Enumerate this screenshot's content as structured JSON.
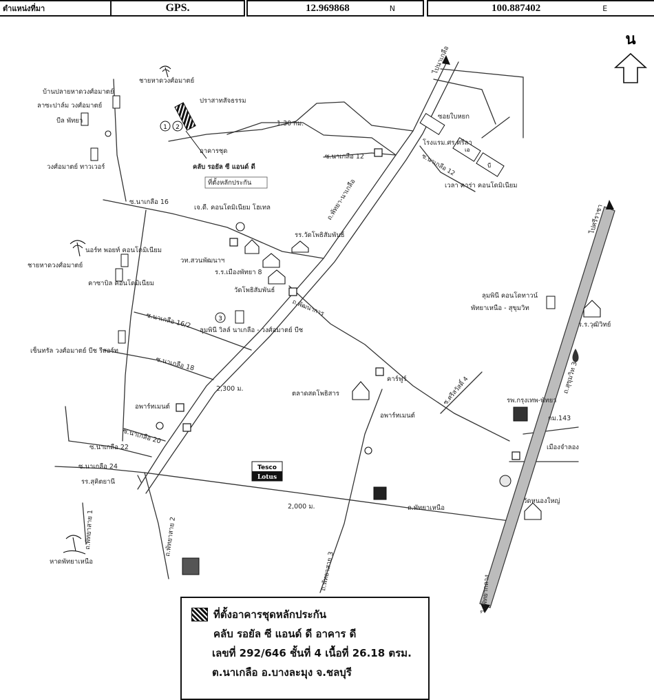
{
  "gps": {
    "label": "ตำแหน่งที่มา",
    "type": "GPS.",
    "latitude": "12.969868",
    "lat_dir": "N",
    "longitude": "100.887402",
    "lon_dir": "E"
  },
  "north_label": "น",
  "map": {
    "roads": {
      "phatthaya_naklua": "ถ.พัทยา-นาเกลือ",
      "sukhumvit": "ถ.สุขุมวิท 3",
      "phatthaya_nua": "ถ.พัทยาเหนือ",
      "phatthaya_sai3": "ถ.พัทยาสาย 3",
      "phatthaya_sai2": "ถ.พัทยาสาย 2",
      "phatthaya_sai1": "ถ.พัทยาสาย 1",
      "soi_naklua12_a": "ซ.นาเกลือ 12",
      "soi_naklua12_b": "ซ.นาเกลือ 12",
      "soi_naklua16": "ซ.นาเกลือ 16",
      "soi_naklua16_2": "ซ.นาเกลือ 16/2",
      "soi_naklua18": "ซ.นาเกลือ 18",
      "soi_naklua20": "ซ.นาเกลือ 20",
      "soi_naklua22": "ซ.นาเกลือ 22",
      "soi_naklua24": "ซ.นาเกลือ 24",
      "soi_sukhumvit4": "ซ.ศรีสวัสดิ์ 4",
      "soi_phatthanakan": "ถ.พัฒนาการ"
    },
    "directions": {
      "to_naklua": "ไปนาเกลือ",
      "to_sriracha": "ไปศรีราชา",
      "to_phatthaya_klang": "ไปพัทยากลาง"
    },
    "distances": {
      "d1": "1.30 กม.",
      "d2": "2,300 ม.",
      "d3": "2,000 ม."
    },
    "places": {
      "beach_wongamat": "ชายหาดวงศ์อมาตย์",
      "beach_naklua": "หาดพัทยาเหนือ",
      "sanctuary": "ปราสาทสัจธรรม",
      "baan_plai_haad": "บ้านปลายหาดวงศ์อมาตย์",
      "lazy_palm": "ลาซะปาล์ม วงศ์อมาตย์",
      "bill_pattaya": "บีล พัทยา",
      "wongamat_tower": "วงศ์อมาตย์ ทาวเวอร์",
      "club_royal_building": "อาคารชุด",
      "club_royal_name": "คลับ รอยัล ซี แอนด์ ดี",
      "collateral_site": "ที่ตั้งหลักประกัน",
      "td_condo": "เจ.ดี. คอนโดมิเนียม โฮเทล",
      "northshore": "นอร์ท พอยท์ คอนโดมิเนียม",
      "beach_wongamat2": "ชายหาดวงศ์อมาตย์",
      "karnbill": "คาซาบิล คอนโดมิเนียม",
      "school_sak": "รร.วัดโพธิสัมพันธ์",
      "wat_sawang": "วท.สวนพัฒนาฯ",
      "school_mueang": "ร.ร.เมืองพัทยา 8",
      "wat_phothisamphan": "วัดโพธิสัมพันธ์",
      "sukhumvit_vc": "ลุมพินี วิลล์ นาเกลือ - วงศ์อมาตย์ บีช",
      "central_wongamat": "เซ็นทรัล วงศ์อมาตย์ บีช รีสอร์ท",
      "apartment1": "อพาร์ทเมนต์",
      "apartment2": "อพาร์ทเมนต์",
      "market": "ตลาดสดโพธิสาร",
      "carrefour": "คาร์ฟูร์",
      "lumpini_condo": "ลุมพินี คอนโดทาวน์",
      "lumpini_condo2": "พัทยาเหนือ - สุขุมวิท",
      "school_right": "ร.ร.วุฒิวิทย์",
      "hospital": "รพ.กรุงเทพ-พัทยา",
      "km143": "กม.143",
      "mueang_jamlong": "เมืองจำลอง",
      "wat_nong_yai": "วัดหนองใหญ่",
      "school_sukhaphan": "รร.สุคิตยานี",
      "venetta": "เวลา คาร่า คอนโดมิเนียม",
      "soi_bai": "ซอยใบหยก",
      "hotel_school": "โรงแรม.ศร.ศรีลา"
    },
    "tesco_top": "Tesco",
    "tesco_bottom": "Lotus",
    "markers": {
      "m1": "1",
      "m2": "2",
      "m3": "3"
    },
    "building_labels": {
      "a": "เอ",
      "b": "บี"
    }
  },
  "legend": {
    "title": "ที่ตั้งอาคารชุดหลักประกัน",
    "line1": "คลับ รอยัล ซี แอนด์ ดี   อาคาร ดี",
    "line2": "เลขที่ 292/646 ชั้นที่ 4 เนื้อที่ 26.18 ตรม.",
    "line3": "ต.นาเกลือ อ.บางละมุง จ.ชลบุรี"
  }
}
